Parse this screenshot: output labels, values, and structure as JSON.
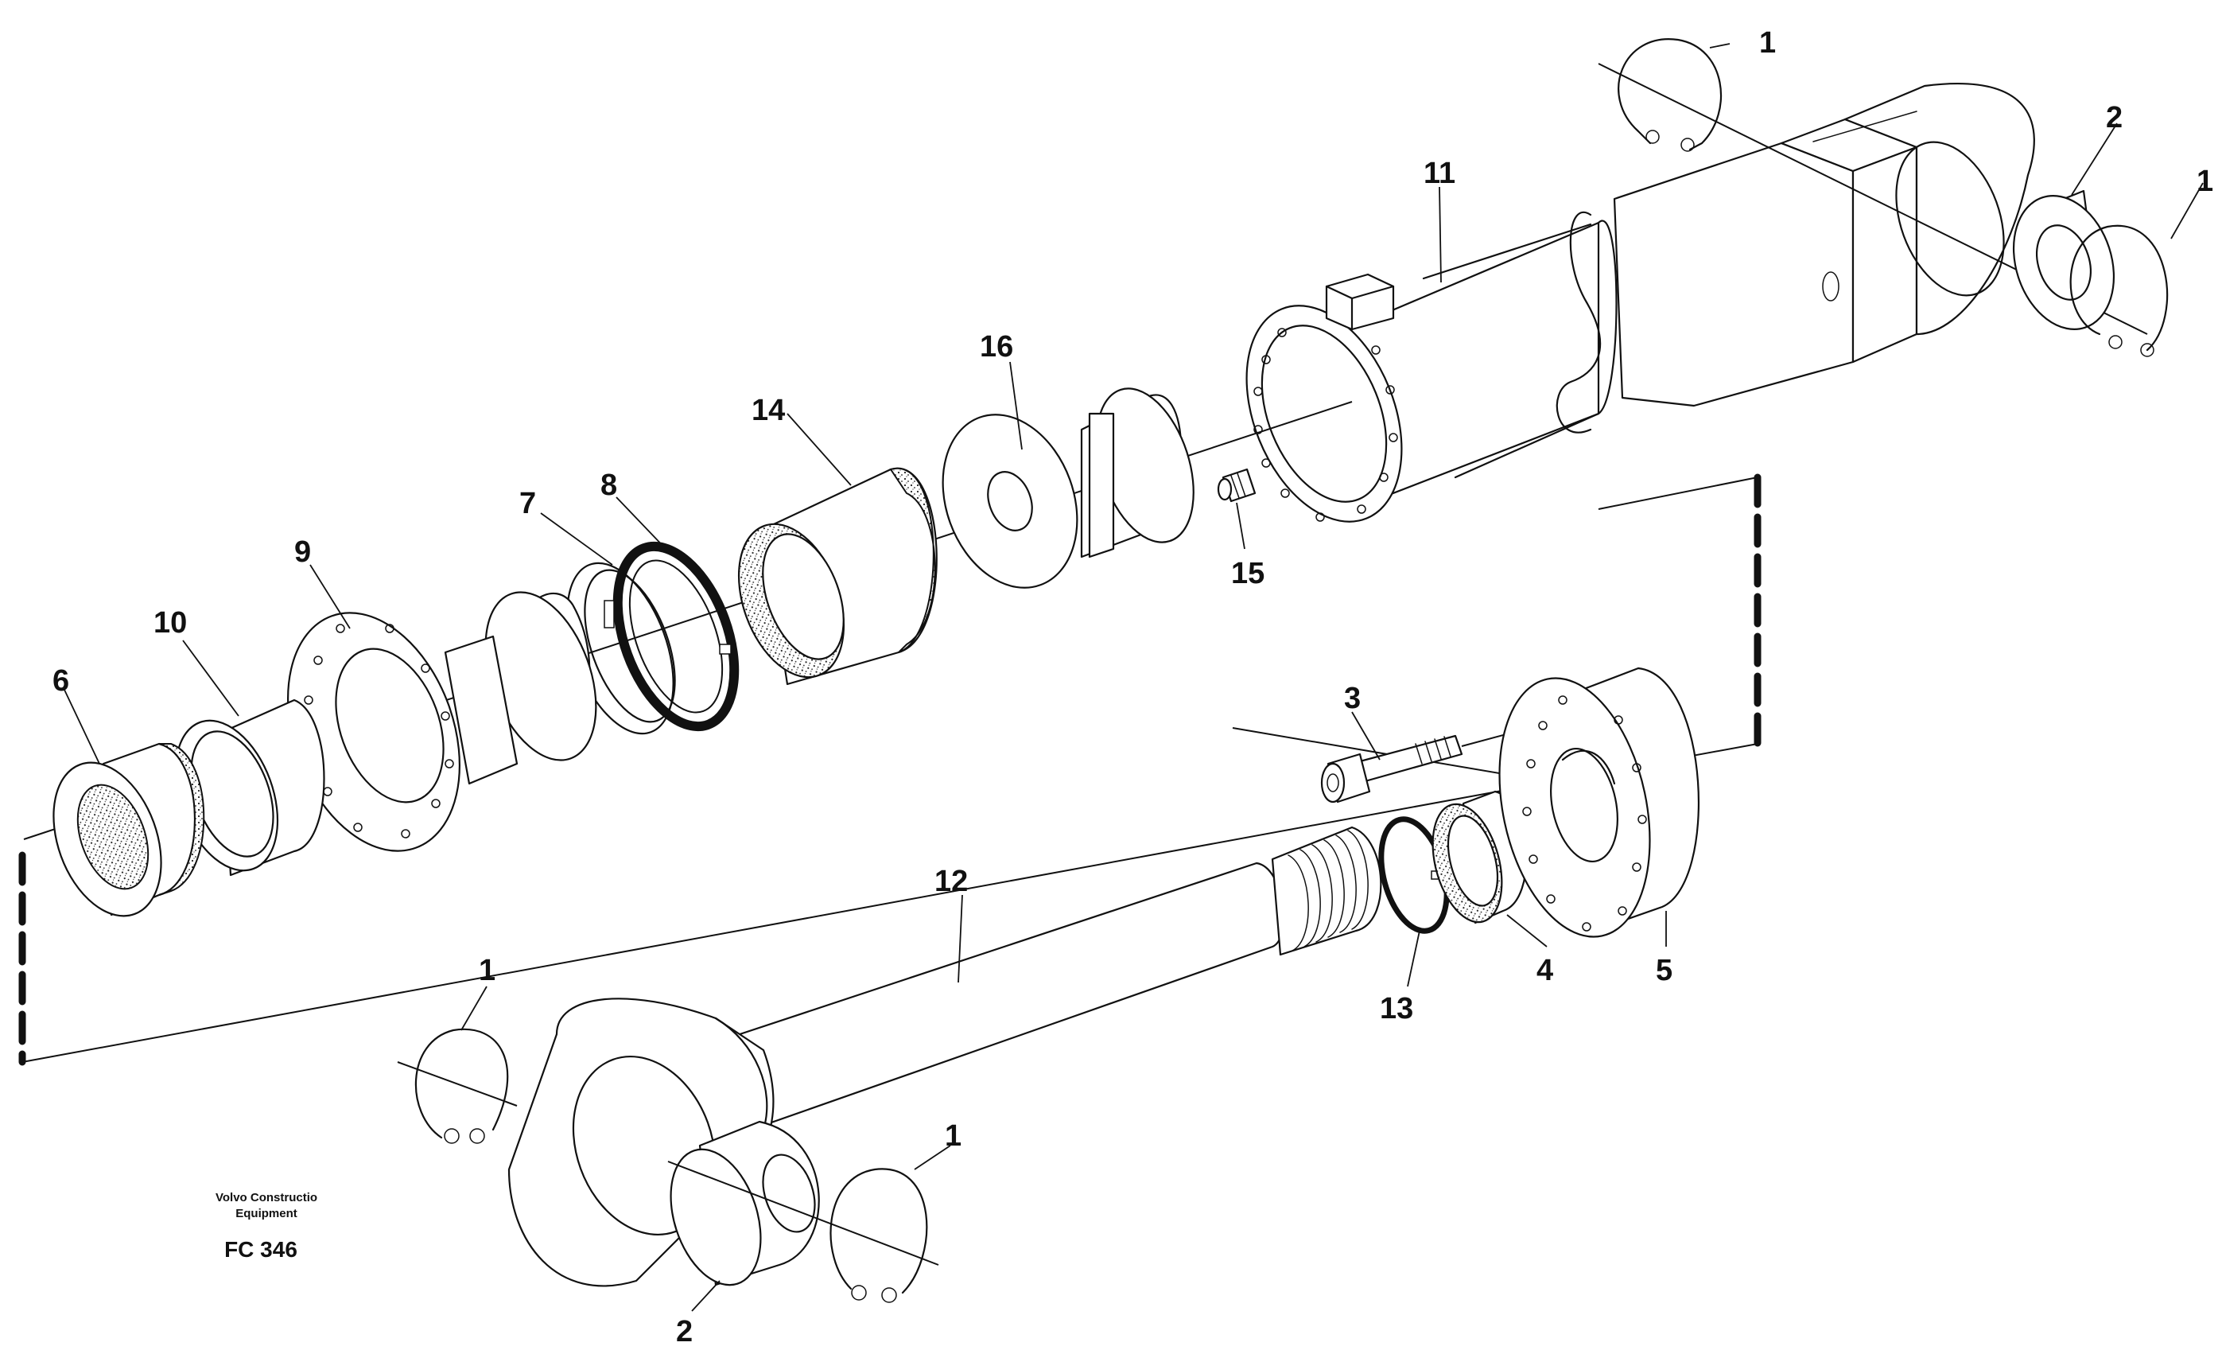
{
  "callouts": {
    "c1a": "1",
    "c1b": "1",
    "c1c": "1",
    "c1d": "1",
    "c2a": "2",
    "c2b": "2",
    "c3": "3",
    "c4": "4",
    "c5": "5",
    "c6": "6",
    "c7": "7",
    "c8": "8",
    "c9": "9",
    "c10": "10",
    "c11": "11",
    "c12": "12",
    "c13": "13",
    "c14": "14",
    "c15": "15",
    "c16": "16"
  },
  "footer": {
    "maker_line1": "Volvo Constructio",
    "maker_line2": "Equipment",
    "code": "FC 346"
  }
}
